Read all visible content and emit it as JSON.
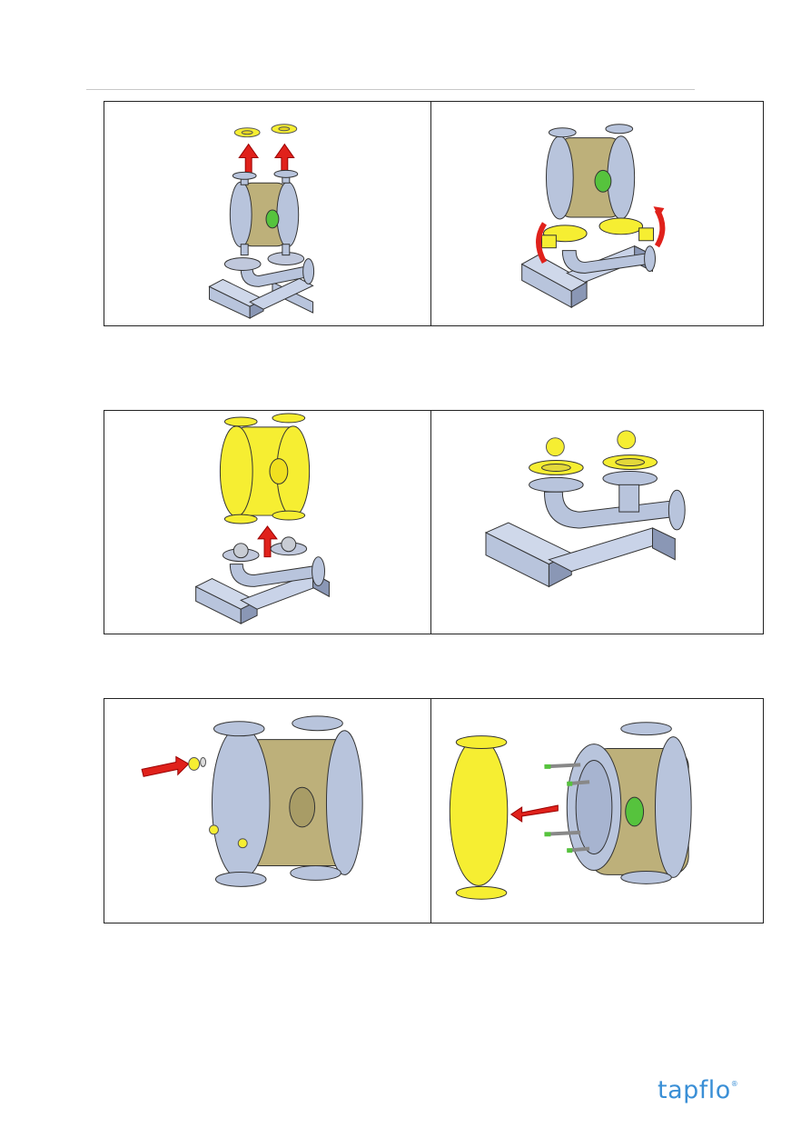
{
  "brand": {
    "logo_text": "tapflo",
    "logo_mark": "®"
  },
  "colors": {
    "steel": "#b8c4dc",
    "steel_dark": "#8a97b5",
    "yellow": "#f6ee32",
    "olive": "#bdb07a",
    "red": "#e0211b",
    "green": "#56c33d"
  },
  "figures": [
    {
      "row": 1,
      "left": "remove-top-manifold-flanges",
      "right": "loosen-bottom-clamps"
    },
    {
      "row": 2,
      "left": "lift-pump-body",
      "right": "remove-valve-balls"
    },
    {
      "row": 3,
      "left": "remove-cap-nuts",
      "right": "remove-outer-chamber"
    }
  ]
}
